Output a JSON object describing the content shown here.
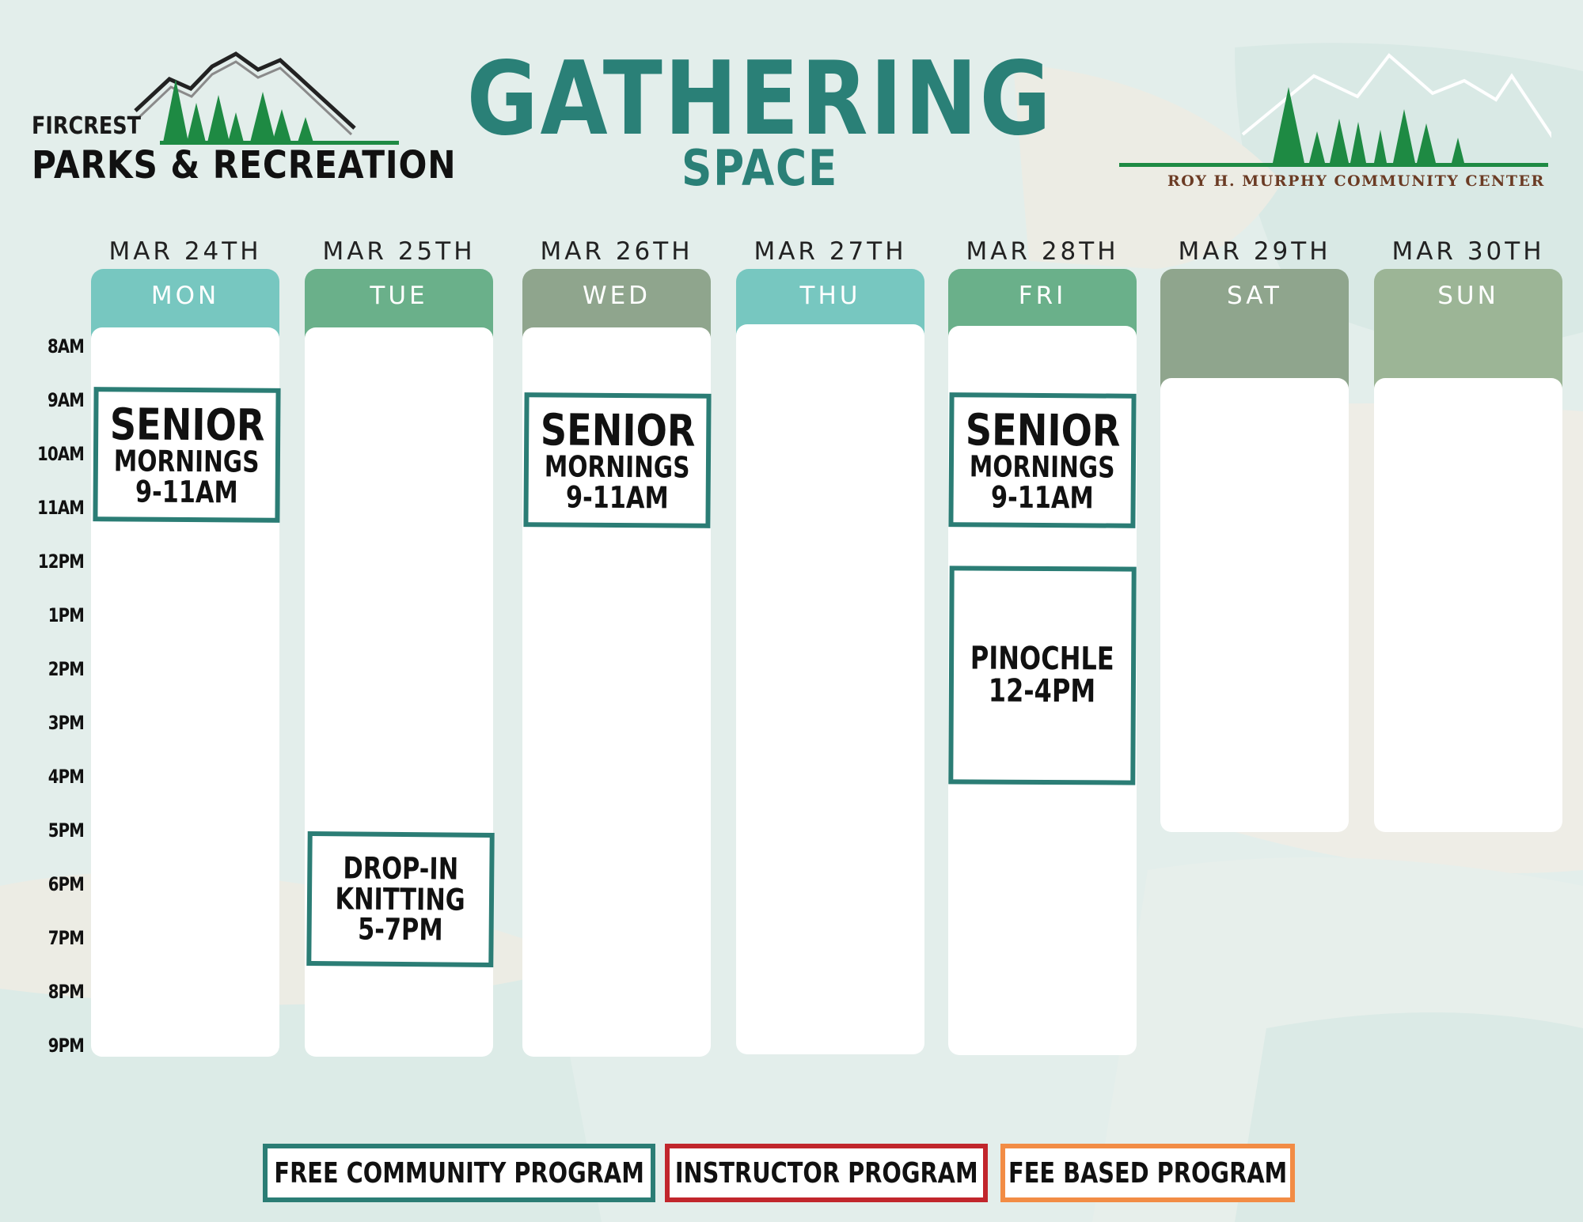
{
  "header": {
    "title": "GATHERING",
    "subtitle": "SPACE",
    "org_left_small": "FIRCREST",
    "org_left_big": "PARKS & RECREATION",
    "org_right": "ROY H. MURPHY COMMUNITY CENTER"
  },
  "colors": {
    "teal_dark": "#2a8077",
    "teal_light": "#77c7c0",
    "green_mid": "#6ab08a",
    "sage": "#8fa58d",
    "sage_light": "#9cb596",
    "red": "#c1262c",
    "orange": "#f28c45"
  },
  "days": [
    {
      "date": "MAR 24TH",
      "day": "MON"
    },
    {
      "date": "MAR 25TH",
      "day": "TUE"
    },
    {
      "date": "MAR 26TH",
      "day": "WED"
    },
    {
      "date": "MAR 27TH",
      "day": "THU"
    },
    {
      "date": "MAR 28TH",
      "day": "FRI"
    },
    {
      "date": "MAR 29TH",
      "day": "SAT"
    },
    {
      "date": "MAR 30TH",
      "day": "SUN"
    }
  ],
  "times": [
    "8AM",
    "9AM",
    "10AM",
    "11AM",
    "12PM",
    "1PM",
    "2PM",
    "3PM",
    "4PM",
    "5PM",
    "6PM",
    "7PM",
    "8PM",
    "9PM"
  ],
  "events": {
    "mon_senior": {
      "line1": "SENIOR",
      "line2": "MORNINGS",
      "line3": "9-11AM"
    },
    "wed_senior": {
      "line1": "SENIOR",
      "line2": "MORNINGS",
      "line3": "9-11AM"
    },
    "fri_senior": {
      "line1": "SENIOR",
      "line2": "MORNINGS",
      "line3": "9-11AM"
    },
    "tue_knitting": {
      "line1": "DROP-IN",
      "line2": "KNITTING",
      "line3": "5-7PM"
    },
    "fri_pinochle": {
      "line1": "PINOCHLE",
      "line2": "12-4PM"
    }
  },
  "legend": {
    "free": "FREE COMMUNITY PROGRAM",
    "instructor": "INSTRUCTOR PROGRAM",
    "fee": "FEE BASED PROGRAM"
  }
}
